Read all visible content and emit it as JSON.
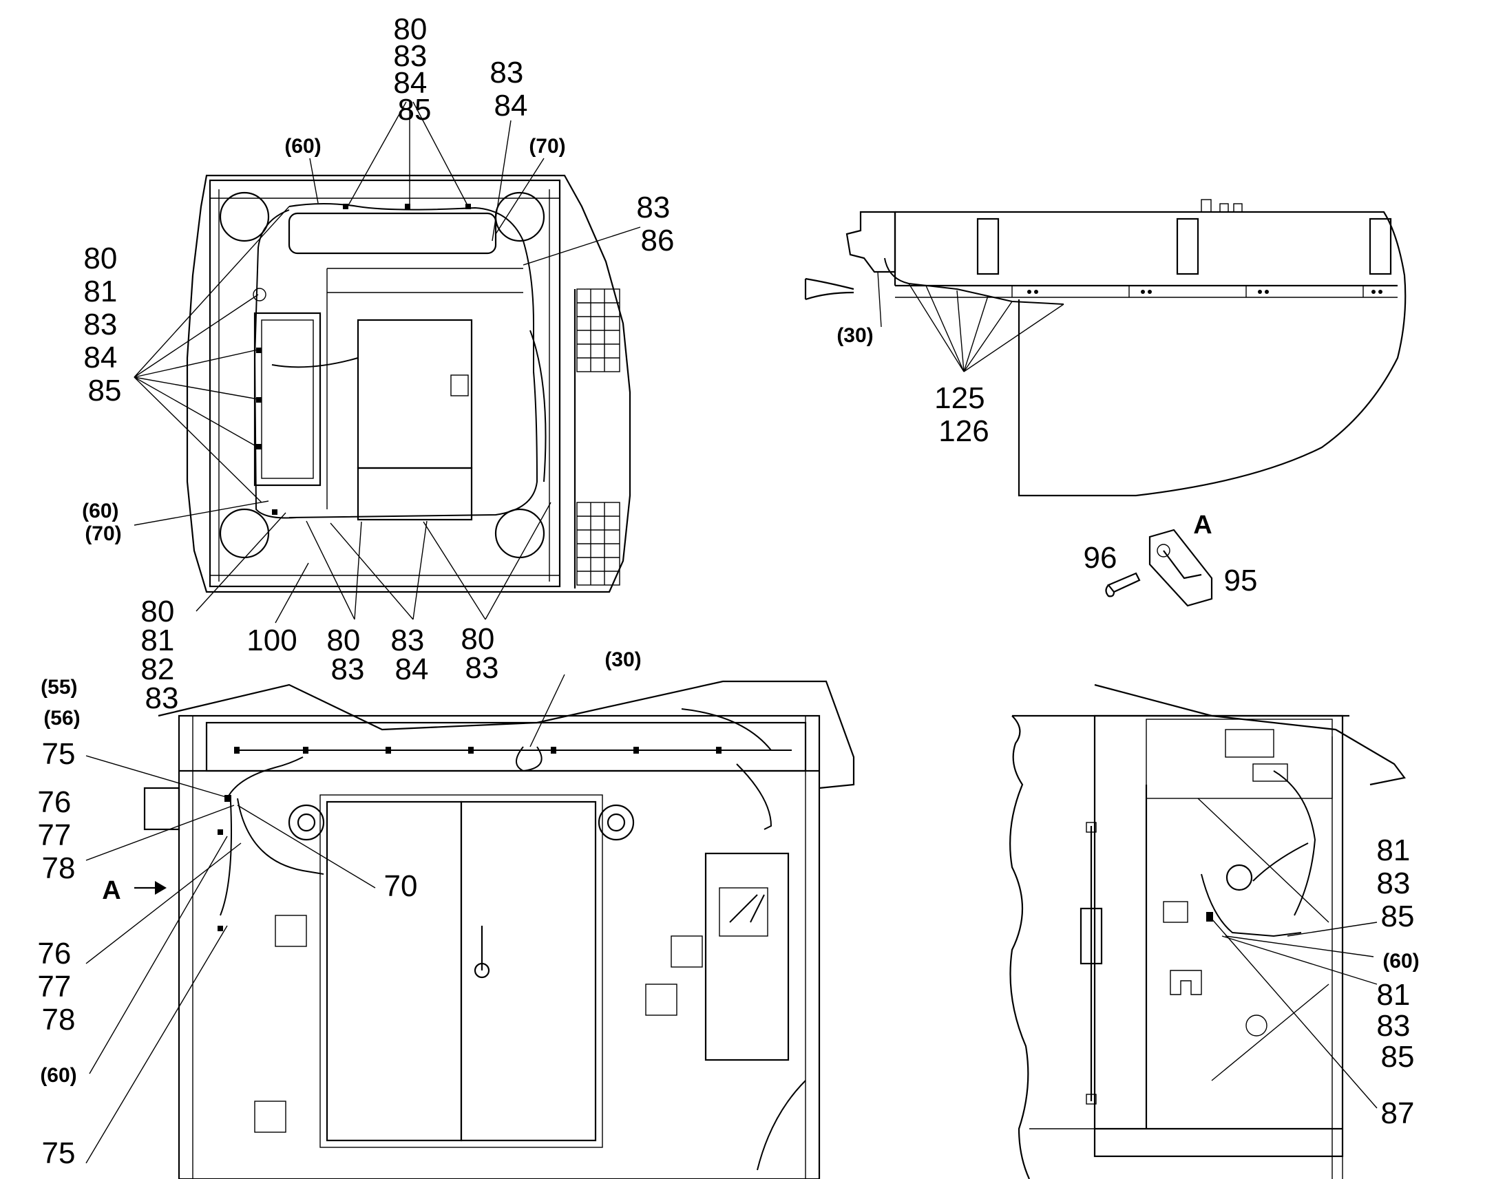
{
  "views": {
    "top_left": {
      "labels": {
        "c1": [
          "80",
          "83",
          "84",
          "85"
        ],
        "c2": [
          "83",
          "84"
        ],
        "c3": [
          "83",
          "86"
        ],
        "c4": [
          "80",
          "81",
          "83",
          "84",
          "85"
        ],
        "c5": [
          "80",
          "81",
          "82",
          "83"
        ],
        "c6": "100",
        "c7": [
          "80",
          "83"
        ],
        "c8": [
          "83",
          "84"
        ],
        "c9": [
          "80",
          "83"
        ],
        "r60": "(60)",
        "r70": "(70)",
        "r6070": [
          "(60)",
          "(70)"
        ]
      }
    },
    "top_right": {
      "labels": {
        "r30": "(30)",
        "c1": [
          "125",
          "126"
        ]
      }
    },
    "detail_a": {
      "title": "A",
      "labels": {
        "bolt": "96",
        "clip": "95"
      }
    },
    "bottom_left": {
      "labels": {
        "r30": "(30)",
        "r5556": [
          "(55)",
          "(56)"
        ],
        "n75a": "75",
        "c767778a": [
          "76",
          "77",
          "78"
        ],
        "arrow": "A",
        "n70": "70",
        "c767778b": [
          "76",
          "77",
          "78"
        ],
        "r60": "(60)",
        "n75b": "75"
      }
    },
    "bottom_right": {
      "labels": {
        "c1": [
          "81",
          "83",
          "85"
        ],
        "r60": "(60)",
        "c2": [
          "81",
          "83",
          "85"
        ],
        "n87": "87"
      }
    }
  }
}
